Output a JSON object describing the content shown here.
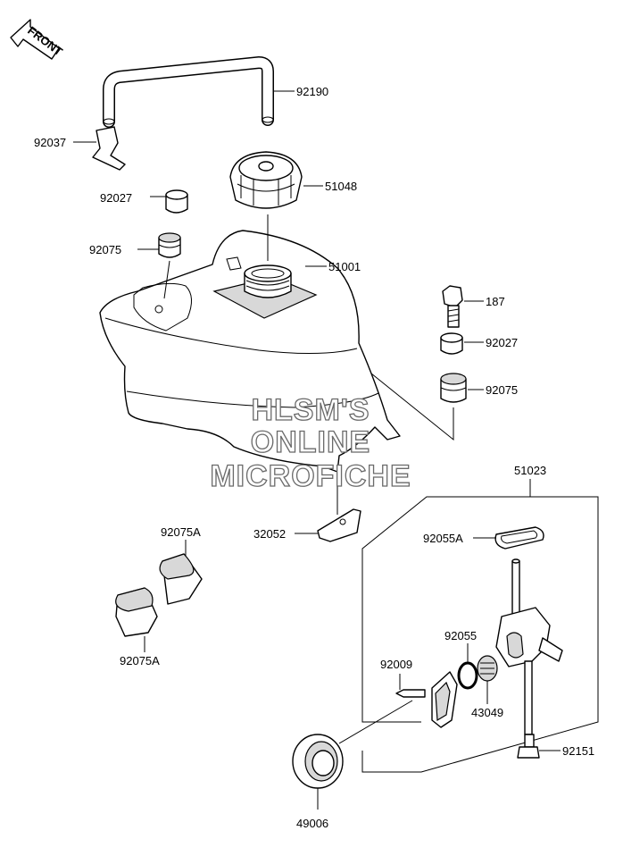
{
  "front_badge": "FRONT",
  "watermark": [
    "HLSM'S",
    "ONLINE",
    "MICROFICHE"
  ],
  "labels": {
    "p92190": "92190",
    "p92037": "92037",
    "p92027_top": "92027",
    "p51048": "51048",
    "p92075_top": "92075",
    "p51001": "51001",
    "p187": "187",
    "p92027_right": "92027",
    "p92075_right": "92075",
    "p51023": "51023",
    "p32052": "32052",
    "p92075A_top": "92075A",
    "p92055A": "92055A",
    "p92055": "92055",
    "p92009": "92009",
    "p43049": "43049",
    "p92075A_bottom": "92075A",
    "p92151": "92151",
    "p49006": "49006"
  },
  "colors": {
    "line": "#000000",
    "shade": "#d8d8d8",
    "watermark_outline": "#6a6a6a"
  }
}
